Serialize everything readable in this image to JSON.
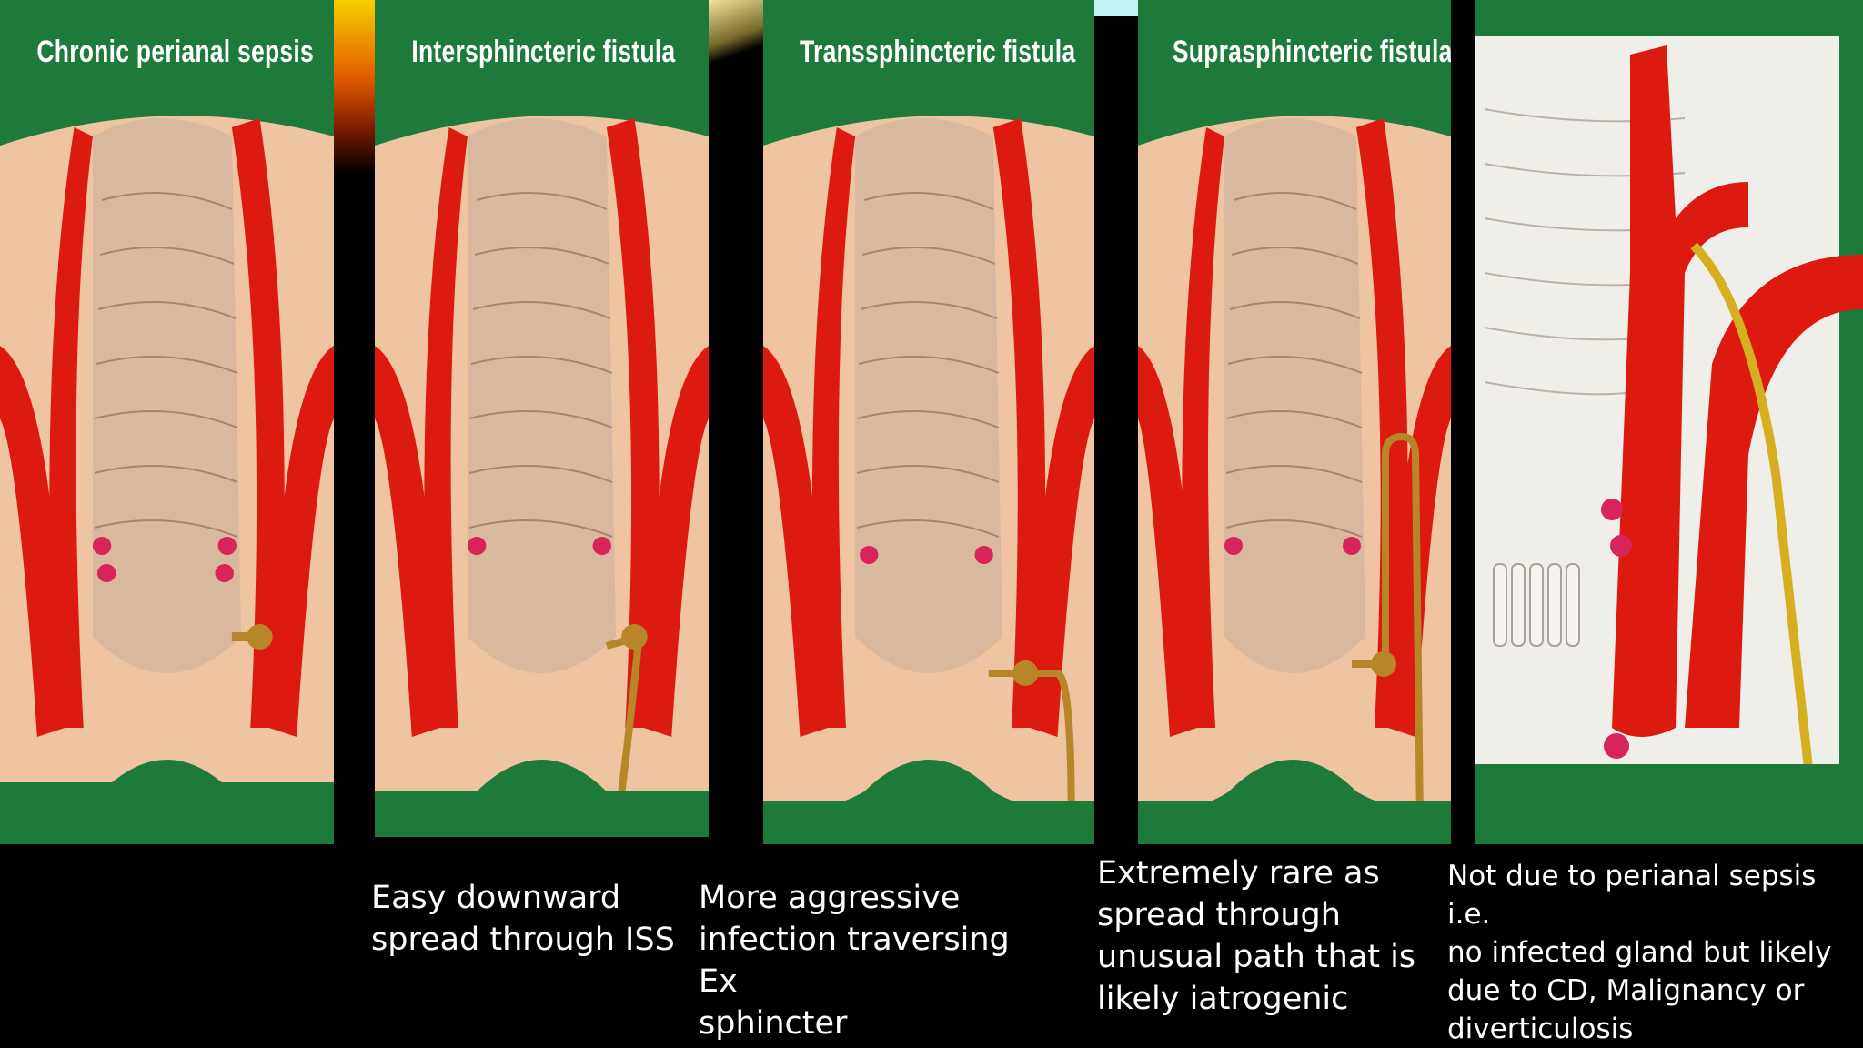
{
  "panels": [
    {
      "title": "Chronic perianal sepsis",
      "caption": ""
    },
    {
      "title": "Intersphincteric fistula",
      "caption": "Easy downward\nspread through ISS"
    },
    {
      "title": "Transsphincteric fistula",
      "caption": "More aggressive\ninfection traversing Ex\nsphincter"
    },
    {
      "title": "Suprasphincteric fistula",
      "caption": "Extremely rare as\nspread through\nunusual path that is\nlikely iatrogenic"
    },
    {
      "title": "",
      "caption": "Not due to perianal sepsis i.e.\nno infected gland but likely\ndue to CD, Malignancy or\ndiverticulosis"
    }
  ],
  "colors": {
    "background": "#000000",
    "header_green": "#1e7a3a",
    "muscle_red": "#dd1a10",
    "skin": "#efc4a0",
    "mucosa": "#d9b8a0",
    "fistula_tract": "#b8862a",
    "gland_pink": "#d8245a"
  }
}
